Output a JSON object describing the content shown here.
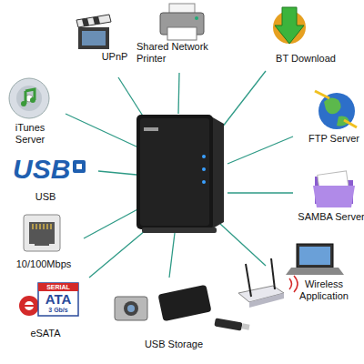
{
  "diagram": {
    "labels": [
      "UPnP",
      "Shared Network Printer",
      "BT Download",
      "iTunes Server",
      "FTP Server",
      "USB",
      "USB",
      "SAMBA Server",
      "10/100Mbps",
      "SERIAL",
      "ATA",
      "3 Gb/s",
      "eSATA",
      "Wireless Application",
      "USB Storage"
    ]
  }
}
